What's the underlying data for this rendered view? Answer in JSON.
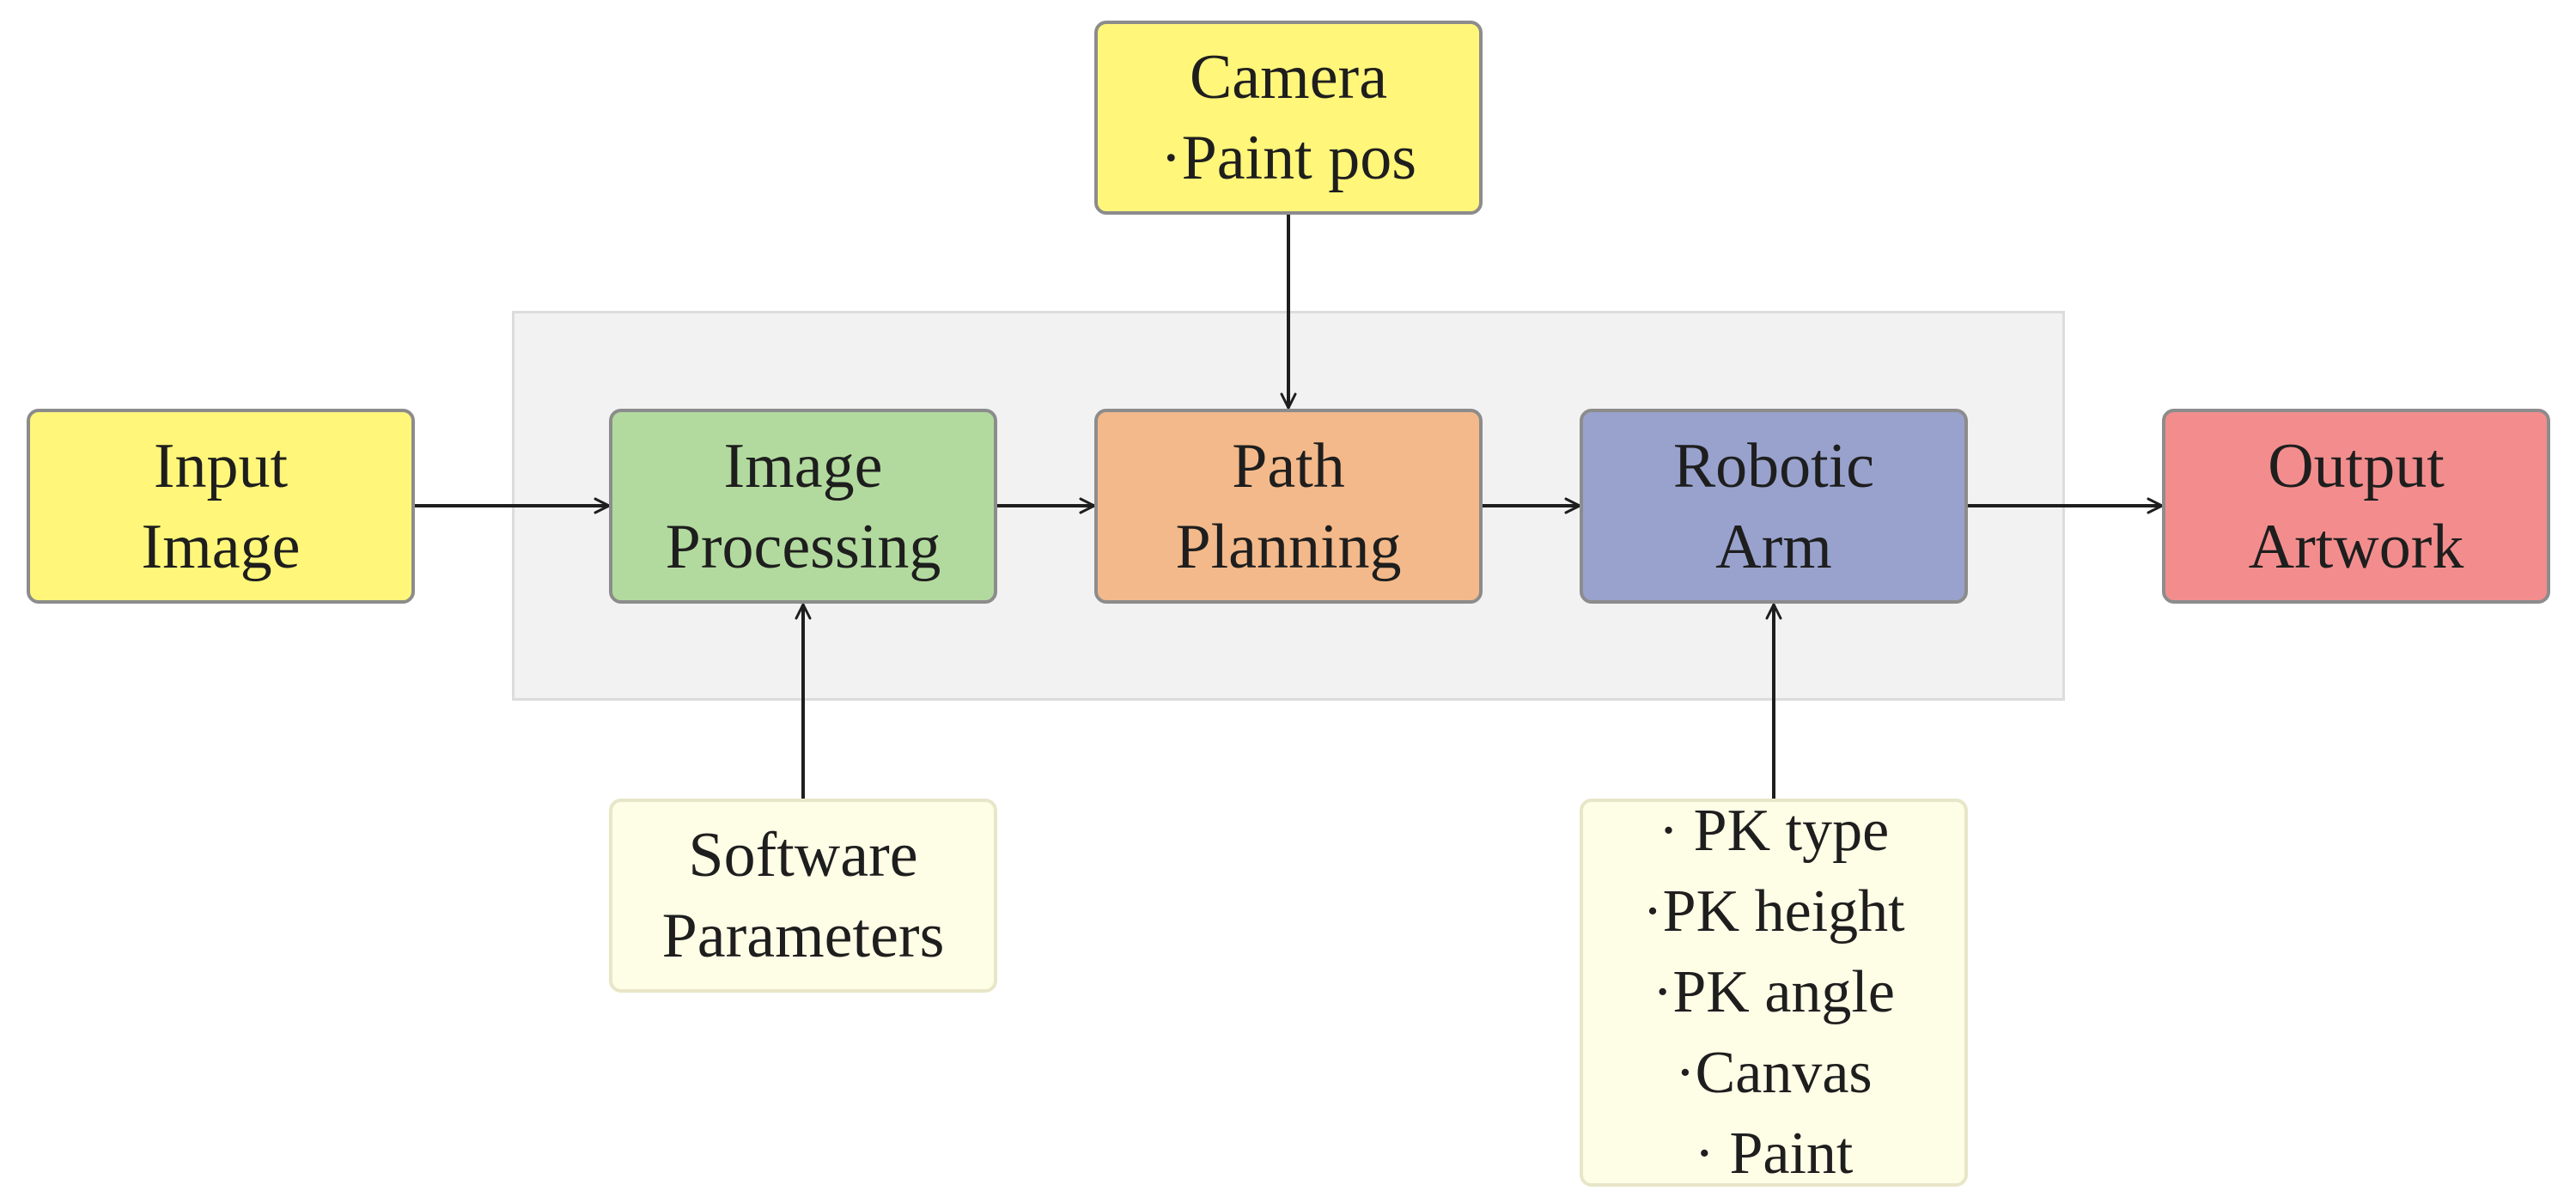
{
  "colors": {
    "yellow": "#fff67a",
    "light_yellow": "#fefde6",
    "green": "#b2da9e",
    "orange": "#f3b98a",
    "blue": "#98a2cd",
    "red": "#f38d8d",
    "group_background": "#f2f2f2",
    "border": "#8c8c8c",
    "arrow": "#1e1e1e"
  },
  "nodes": {
    "camera": {
      "line1": "Camera",
      "line2": "·Paint pos"
    },
    "input_image": {
      "line1": "Input",
      "line2": "Image"
    },
    "image_processing": {
      "line1": "Image",
      "line2": "Processing"
    },
    "path_planning": {
      "line1": "Path",
      "line2": "Planning"
    },
    "robotic_arm": {
      "line1": "Robotic",
      "line2": "Arm"
    },
    "output_artwork": {
      "line1": "Output",
      "line2": "Artwork"
    },
    "software_parameters": {
      "line1": "Software",
      "line2": "Parameters"
    },
    "arm_parameters": {
      "lines": [
        "· PK type",
        "·PK height",
        "·PK angle",
        "·Canvas",
        "· Paint"
      ]
    }
  },
  "edges": [
    {
      "from": "input_image",
      "to": "image_processing"
    },
    {
      "from": "image_processing",
      "to": "path_planning"
    },
    {
      "from": "path_planning",
      "to": "robotic_arm"
    },
    {
      "from": "robotic_arm",
      "to": "output_artwork"
    },
    {
      "from": "camera",
      "to": "path_planning"
    },
    {
      "from": "software_parameters",
      "to": "image_processing"
    },
    {
      "from": "arm_parameters",
      "to": "robotic_arm"
    }
  ]
}
